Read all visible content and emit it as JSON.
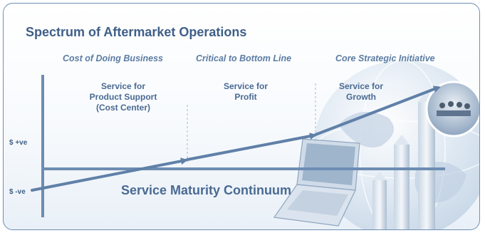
{
  "title": "Spectrum of Aftermarket Operations",
  "phases": [
    "Cost of Doing Business",
    "Critical to Bottom Line",
    "Core Strategic Initiative"
  ],
  "stages": [
    {
      "lines": [
        "Service for",
        "Product Support",
        "(Cost Center)"
      ]
    },
    {
      "lines": [
        "Service for",
        "Profit"
      ]
    },
    {
      "lines": [
        "Service for",
        "Growth"
      ]
    }
  ],
  "axis": {
    "positive_label": "$ +ve",
    "negative_label": "$ -ve",
    "continuum_label": "Service Maturity Continuum"
  },
  "colors": {
    "title": "#3f5f88",
    "phase_text": "#5b7ca3",
    "arrow": "#5f80a8",
    "axis": "#6d8cb2",
    "frame": "#6d8fb4"
  },
  "decorative_images": [
    "globe-graphic",
    "rising-bars-graphic",
    "laptop-graphic",
    "meeting-photo-circle"
  ]
}
